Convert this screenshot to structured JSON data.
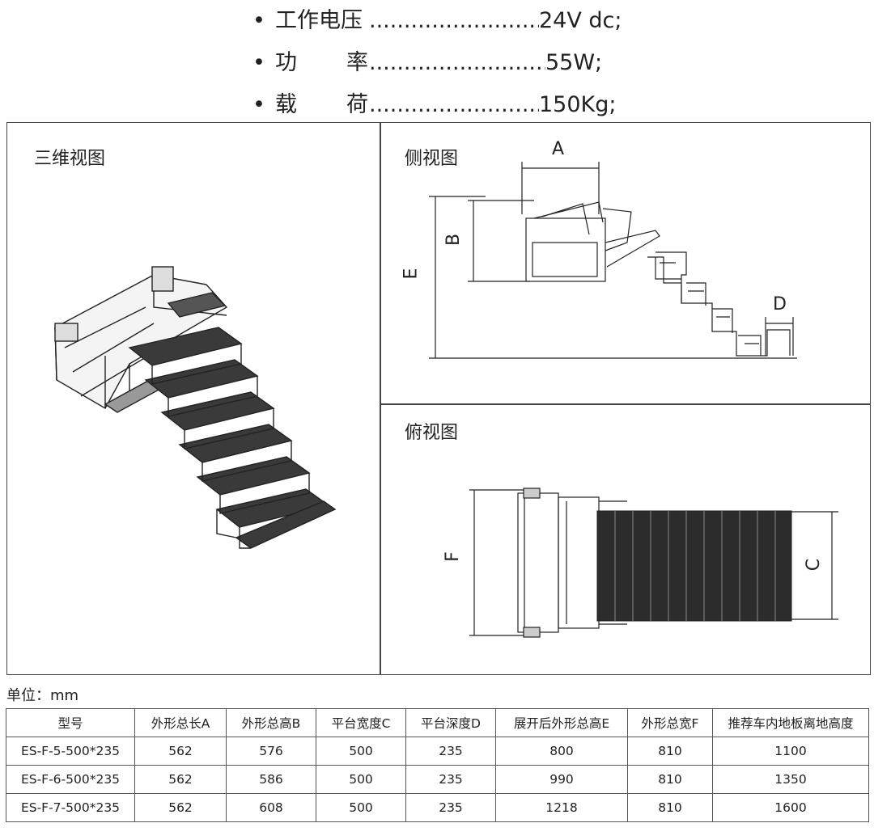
{
  "specs": [
    {
      "label_a": "工作电压",
      "label_b": "",
      "value": "24V dc;"
    },
    {
      "label_a": "功",
      "label_b": "率",
      "value": "55W;"
    },
    {
      "label_a": "载",
      "label_b": "荷",
      "value": "150Kg;"
    }
  ],
  "panels": {
    "iso_title": "三维视图",
    "side_title": "侧视图",
    "top_title": "俯视图"
  },
  "dimension_labels": {
    "A": "A",
    "B": "B",
    "C": "C",
    "D": "D",
    "E": "E",
    "F": "F"
  },
  "unit": "单位：mm",
  "table": {
    "headers": [
      "型号",
      "外形总长A",
      "外形总高B",
      "平台宽度C",
      "平台深度D",
      "展开后外形总高E",
      "外形总宽F",
      "推荐车内地板离地高度"
    ],
    "rows": [
      [
        "ES-F-5-500*235",
        "562",
        "576",
        "500",
        "235",
        "800",
        "810",
        "1100"
      ],
      [
        "ES-F-6-500*235",
        "562",
        "586",
        "500",
        "235",
        "990",
        "810",
        "1350"
      ],
      [
        "ES-F-7-500*235",
        "562",
        "608",
        "500",
        "235",
        "1218",
        "810",
        "1600"
      ]
    ]
  }
}
